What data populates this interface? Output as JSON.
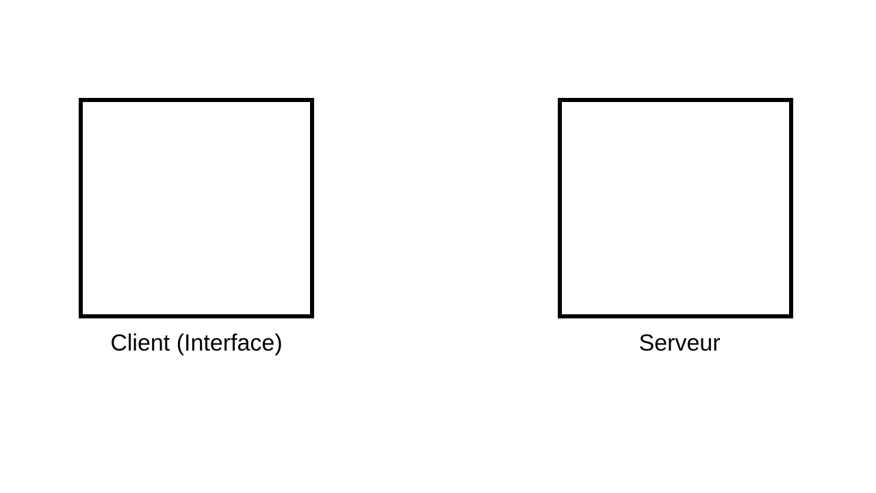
{
  "diagram": {
    "nodes": [
      {
        "id": "client",
        "label": "Client (Interface)"
      },
      {
        "id": "server",
        "label": "Serveur"
      }
    ],
    "colors": {
      "background": "#ffffff",
      "stroke": "#000000",
      "text": "#000000"
    }
  }
}
